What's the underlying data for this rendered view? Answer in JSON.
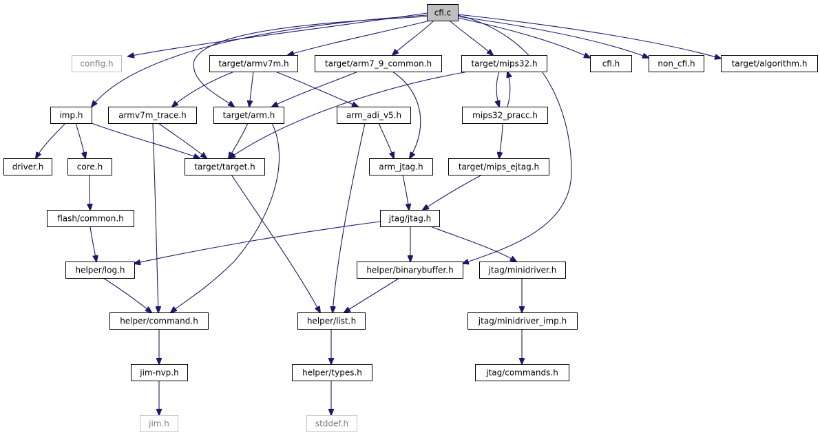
{
  "diagram": {
    "root": "cfi.c",
    "nodes": [
      {
        "id": "cfi_c",
        "label": "cfi.c",
        "style": "root"
      },
      {
        "id": "config_h",
        "label": "config.h",
        "style": "grey"
      },
      {
        "id": "armv7m_h",
        "label": "target/armv7m.h",
        "style": "normal"
      },
      {
        "id": "arm7_9_h",
        "label": "target/arm7_9_common.h",
        "style": "normal"
      },
      {
        "id": "mips32_h",
        "label": "target/mips32.h",
        "style": "normal"
      },
      {
        "id": "cfi_h",
        "label": "cfi.h",
        "style": "normal"
      },
      {
        "id": "non_cfi_h",
        "label": "non_cfi.h",
        "style": "normal"
      },
      {
        "id": "algorithm_h",
        "label": "target/algorithm.h",
        "style": "normal"
      },
      {
        "id": "imp_h",
        "label": "imp.h",
        "style": "normal"
      },
      {
        "id": "armv7m_trace_h",
        "label": "armv7m_trace.h",
        "style": "normal"
      },
      {
        "id": "arm_h",
        "label": "target/arm.h",
        "style": "normal"
      },
      {
        "id": "arm_adi_h",
        "label": "arm_adi_v5.h",
        "style": "normal"
      },
      {
        "id": "mips32_pracc_h",
        "label": "mips32_pracc.h",
        "style": "normal"
      },
      {
        "id": "driver_h",
        "label": "driver.h",
        "style": "normal"
      },
      {
        "id": "core_h",
        "label": "core.h",
        "style": "normal"
      },
      {
        "id": "target_h",
        "label": "target/target.h",
        "style": "normal"
      },
      {
        "id": "arm_jtag_h",
        "label": "arm_jtag.h",
        "style": "normal"
      },
      {
        "id": "mips_ejtag_h",
        "label": "target/mips_ejtag.h",
        "style": "normal"
      },
      {
        "id": "flash_common_h",
        "label": "flash/common.h",
        "style": "normal"
      },
      {
        "id": "jtag_h",
        "label": "jtag/jtag.h",
        "style": "normal"
      },
      {
        "id": "log_h",
        "label": "helper/log.h",
        "style": "normal"
      },
      {
        "id": "binarybuffer_h",
        "label": "helper/binarybuffer.h",
        "style": "normal"
      },
      {
        "id": "minidriver_h",
        "label": "jtag/minidriver.h",
        "style": "normal"
      },
      {
        "id": "command_h",
        "label": "helper/command.h",
        "style": "normal"
      },
      {
        "id": "list_h",
        "label": "helper/list.h",
        "style": "normal"
      },
      {
        "id": "minidriver_imp_h",
        "label": "jtag/minidriver_imp.h",
        "style": "normal"
      },
      {
        "id": "jim_nvp_h",
        "label": "jim-nvp.h",
        "style": "normal"
      },
      {
        "id": "types_h",
        "label": "helper/types.h",
        "style": "normal"
      },
      {
        "id": "commands_h",
        "label": "jtag/commands.h",
        "style": "normal"
      },
      {
        "id": "jim_h",
        "label": "jim.h",
        "style": "grey"
      },
      {
        "id": "stddef_h",
        "label": "stddef.h",
        "style": "grey"
      }
    ],
    "edges": [
      {
        "from": "cfi_c",
        "to": "config_h"
      },
      {
        "from": "cfi_c",
        "to": "armv7m_h"
      },
      {
        "from": "cfi_c",
        "to": "arm7_9_h"
      },
      {
        "from": "cfi_c",
        "to": "mips32_h"
      },
      {
        "from": "cfi_c",
        "to": "cfi_h"
      },
      {
        "from": "cfi_c",
        "to": "non_cfi_h"
      },
      {
        "from": "cfi_c",
        "to": "algorithm_h"
      },
      {
        "from": "cfi_c",
        "to": "imp_h"
      },
      {
        "from": "cfi_c",
        "to": "arm_h"
      },
      {
        "from": "cfi_c",
        "to": "binarybuffer_h"
      },
      {
        "from": "armv7m_h",
        "to": "armv7m_trace_h"
      },
      {
        "from": "armv7m_h",
        "to": "arm_h"
      },
      {
        "from": "armv7m_h",
        "to": "arm_adi_h"
      },
      {
        "from": "arm7_9_h",
        "to": "arm_h"
      },
      {
        "from": "arm7_9_h",
        "to": "arm_jtag_h"
      },
      {
        "from": "mips32_h",
        "to": "mips32_pracc_h"
      },
      {
        "from": "mips32_h",
        "to": "target_h"
      },
      {
        "from": "mips32_pracc_h",
        "to": "mips32_h"
      },
      {
        "from": "mips32_pracc_h",
        "to": "mips_ejtag_h"
      },
      {
        "from": "imp_h",
        "to": "driver_h"
      },
      {
        "from": "imp_h",
        "to": "core_h"
      },
      {
        "from": "imp_h",
        "to": "target_h"
      },
      {
        "from": "armv7m_trace_h",
        "to": "target_h"
      },
      {
        "from": "armv7m_trace_h",
        "to": "command_h"
      },
      {
        "from": "arm_h",
        "to": "target_h"
      },
      {
        "from": "arm_h",
        "to": "command_h"
      },
      {
        "from": "arm_adi_h",
        "to": "arm_jtag_h"
      },
      {
        "from": "arm_adi_h",
        "to": "list_h"
      },
      {
        "from": "core_h",
        "to": "flash_common_h"
      },
      {
        "from": "target_h",
        "to": "list_h"
      },
      {
        "from": "arm_jtag_h",
        "to": "jtag_h"
      },
      {
        "from": "mips_ejtag_h",
        "to": "jtag_h"
      },
      {
        "from": "flash_common_h",
        "to": "log_h"
      },
      {
        "from": "jtag_h",
        "to": "log_h"
      },
      {
        "from": "jtag_h",
        "to": "binarybuffer_h"
      },
      {
        "from": "jtag_h",
        "to": "minidriver_h"
      },
      {
        "from": "log_h",
        "to": "command_h"
      },
      {
        "from": "binarybuffer_h",
        "to": "list_h"
      },
      {
        "from": "minidriver_h",
        "to": "minidriver_imp_h"
      },
      {
        "from": "command_h",
        "to": "jim_nvp_h"
      },
      {
        "from": "list_h",
        "to": "types_h"
      },
      {
        "from": "minidriver_imp_h",
        "to": "commands_h"
      },
      {
        "from": "jim_nvp_h",
        "to": "jim_h"
      },
      {
        "from": "types_h",
        "to": "stddef_h"
      }
    ]
  },
  "colors": {
    "edge": "#191970",
    "root_fill": "#bfbfbf",
    "grey_border": "#bfbfbf",
    "grey_text": "#7f7f7f"
  }
}
